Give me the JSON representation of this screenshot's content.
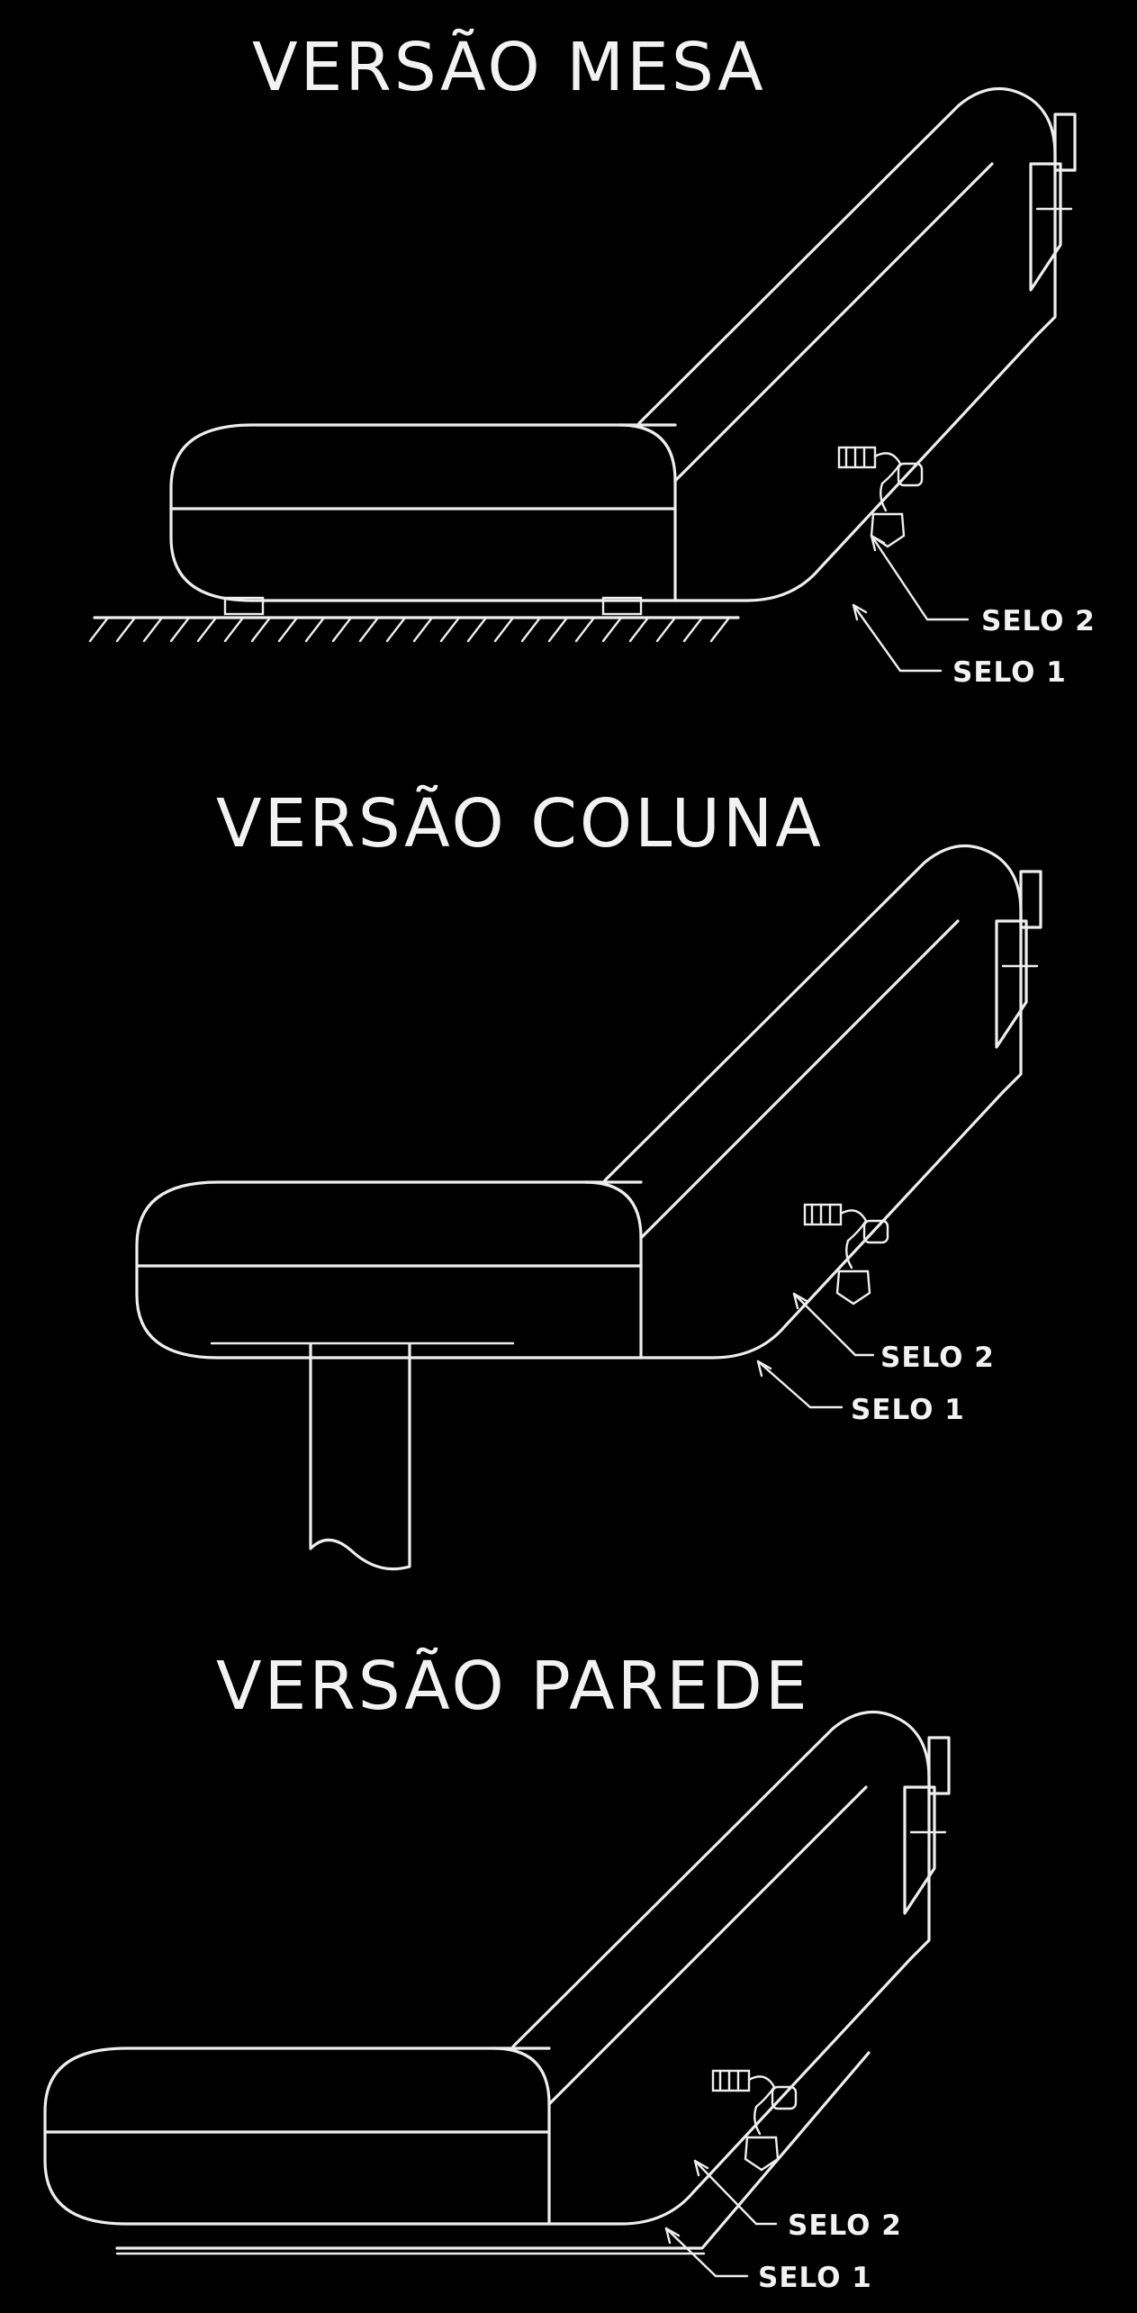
{
  "versions": [
    {
      "title": "VERSÃO MESA",
      "seal2": "SELO 2",
      "seal1": "SELO 1"
    },
    {
      "title": "VERSÃO COLUNA",
      "seal2": "SELO 2",
      "seal1": "SELO 1"
    },
    {
      "title": "VERSÃO PAREDE",
      "seal2": "SELO 2",
      "seal1": "SELO 1"
    }
  ],
  "colors": {
    "background": "#000000",
    "line": "#eeeeee"
  }
}
